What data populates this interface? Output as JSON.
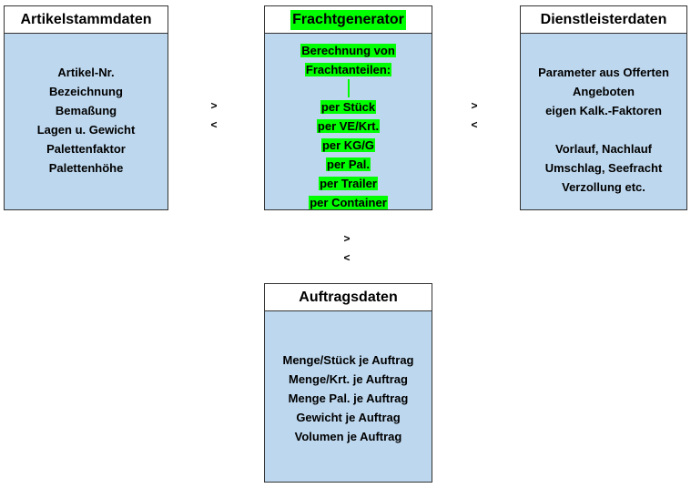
{
  "artikel": {
    "title": "Artikelstammdaten",
    "items": [
      "Artikel-Nr.",
      "Bezeichnung",
      "Bemaßung",
      "Lagen u. Gewicht",
      "Palettenfaktor",
      "Palettenhöhe"
    ]
  },
  "fracht": {
    "title": "Frachtgenerator",
    "intro": [
      "Berechnung von",
      "Frachtanteilen:"
    ],
    "items": [
      "per Stück",
      "per VE/Krt.",
      "per KG/G",
      "per Pal.",
      "per Trailer",
      "per Container"
    ]
  },
  "dienst": {
    "title": "Dienstleisterdaten",
    "items1": [
      "Parameter aus Offerten",
      "Angeboten",
      "eigen Kalk.-Faktoren"
    ],
    "items2": [
      "Vorlauf, Nachlauf",
      "Umschlag, Seefracht",
      "Verzollung etc."
    ]
  },
  "auftrag": {
    "title": "Auftragsdaten",
    "items": [
      "Menge/Stück je Auftrag",
      "Menge/Krt. je Auftrag",
      "Menge Pal. je Auftrag",
      "Gewicht je Auftrag",
      "Volumen je Auftrag"
    ]
  },
  "arrows": {
    "right": ">",
    "left": "<"
  },
  "colors": {
    "box_fill": "#bdd7ee",
    "highlight": "#00ff00",
    "border": "#333333"
  }
}
